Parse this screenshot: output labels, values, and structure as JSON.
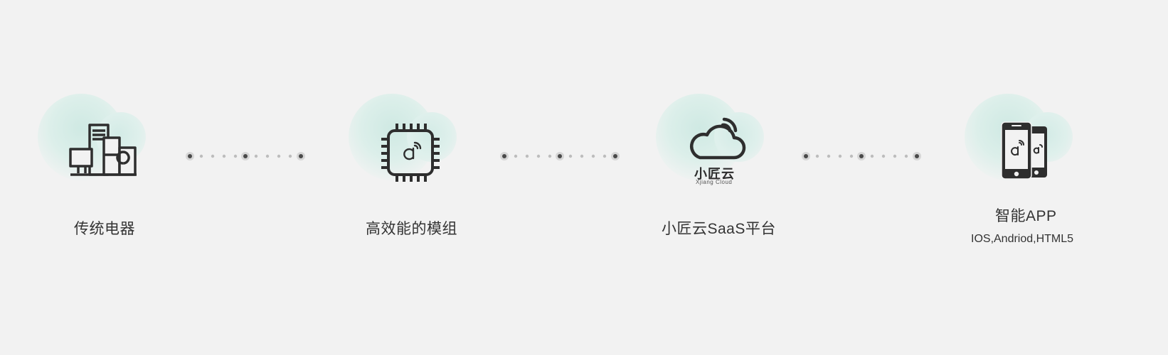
{
  "steps": [
    {
      "label": "传统电器",
      "icon": "appliances-icon"
    },
    {
      "label": "高效能的模组",
      "icon": "chip-module-icon"
    },
    {
      "label": "小匠云SaaS平台",
      "icon": "cloud-icon",
      "logo_text": "小匠云",
      "logo_subtext": "Xjiang Cloud"
    },
    {
      "label": "智能APP",
      "sublabel": "IOS,Andriod,HTML5",
      "icon": "smartphones-icon"
    }
  ],
  "colors": {
    "background": "#f2f2f2",
    "icon": "#2e2e2e",
    "accent_blob": "#cfe9e3",
    "dot": "#bbbbbb",
    "dot_ring": "#cfcfcf"
  }
}
